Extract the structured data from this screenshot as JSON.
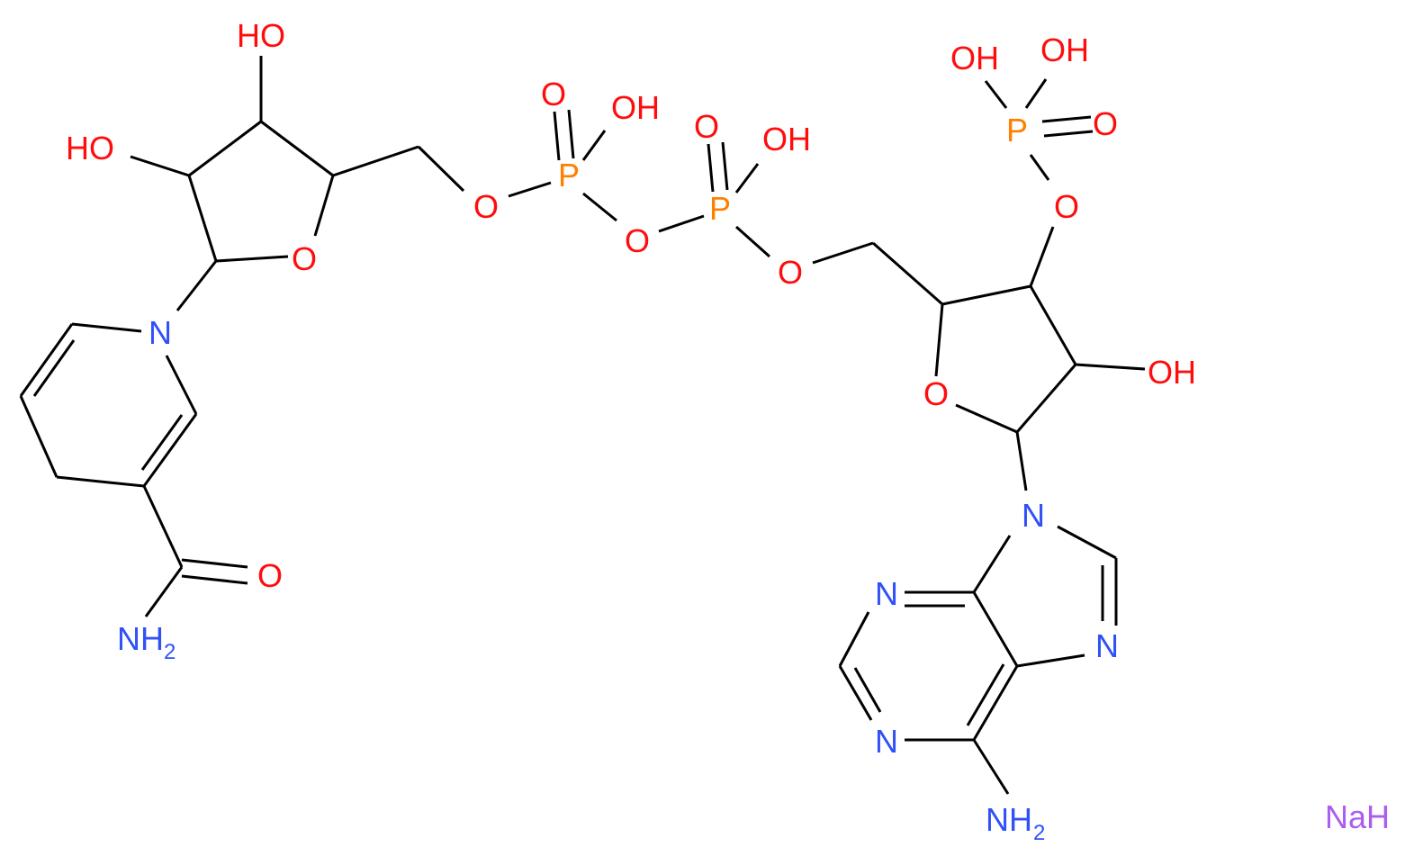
{
  "colors": {
    "oxygen": "#ff0d0d",
    "nitrogen": "#3050f8",
    "phosphorus": "#ff8000",
    "sodium": "#ab5cf2",
    "bond": "#000000"
  },
  "labels": {
    "oh_top": "HO",
    "ho_left": "HO",
    "o_ring1": "O",
    "n_pyridine": "N",
    "o_carbonyl": "O",
    "nh2_amide": "NH",
    "nh2_amide_sub": "2",
    "o_ester1": "O",
    "p1": "P",
    "p1_oxo": "O",
    "p1_oh": "OH",
    "o_bridge": "O",
    "p2": "P",
    "p2_oxo": "O",
    "p2_oh": "OH",
    "o_ester2": "O",
    "o_ring2": "O",
    "oh_ribose2": "OH",
    "o_phosphate3": "O",
    "p3": "P",
    "p3_oh_a": "OH",
    "p3_oh_b": "OH",
    "p3_oxo": "O",
    "n9": "N",
    "n7": "N",
    "n3": "N",
    "n1": "N",
    "nh2_adenine": "NH",
    "nh2_adenine_sub": "2",
    "sodium": "NaH"
  }
}
